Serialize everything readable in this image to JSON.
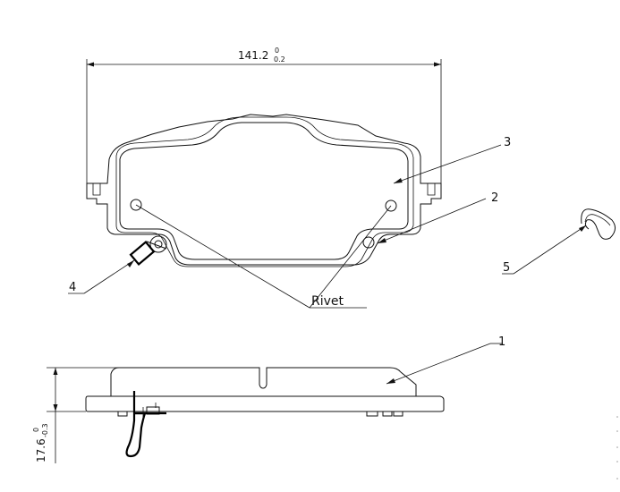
{
  "drawing": {
    "width_dimension": {
      "value": "141.2",
      "tol_upper": "0",
      "tol_lower": "0.2"
    },
    "thickness_dimension": {
      "value": "17.6",
      "tol_upper": "0",
      "tol_lower": "-0.3"
    },
    "rivet_label": "Rivet",
    "callouts": [
      "1",
      "2",
      "3",
      "4",
      "5"
    ]
  }
}
